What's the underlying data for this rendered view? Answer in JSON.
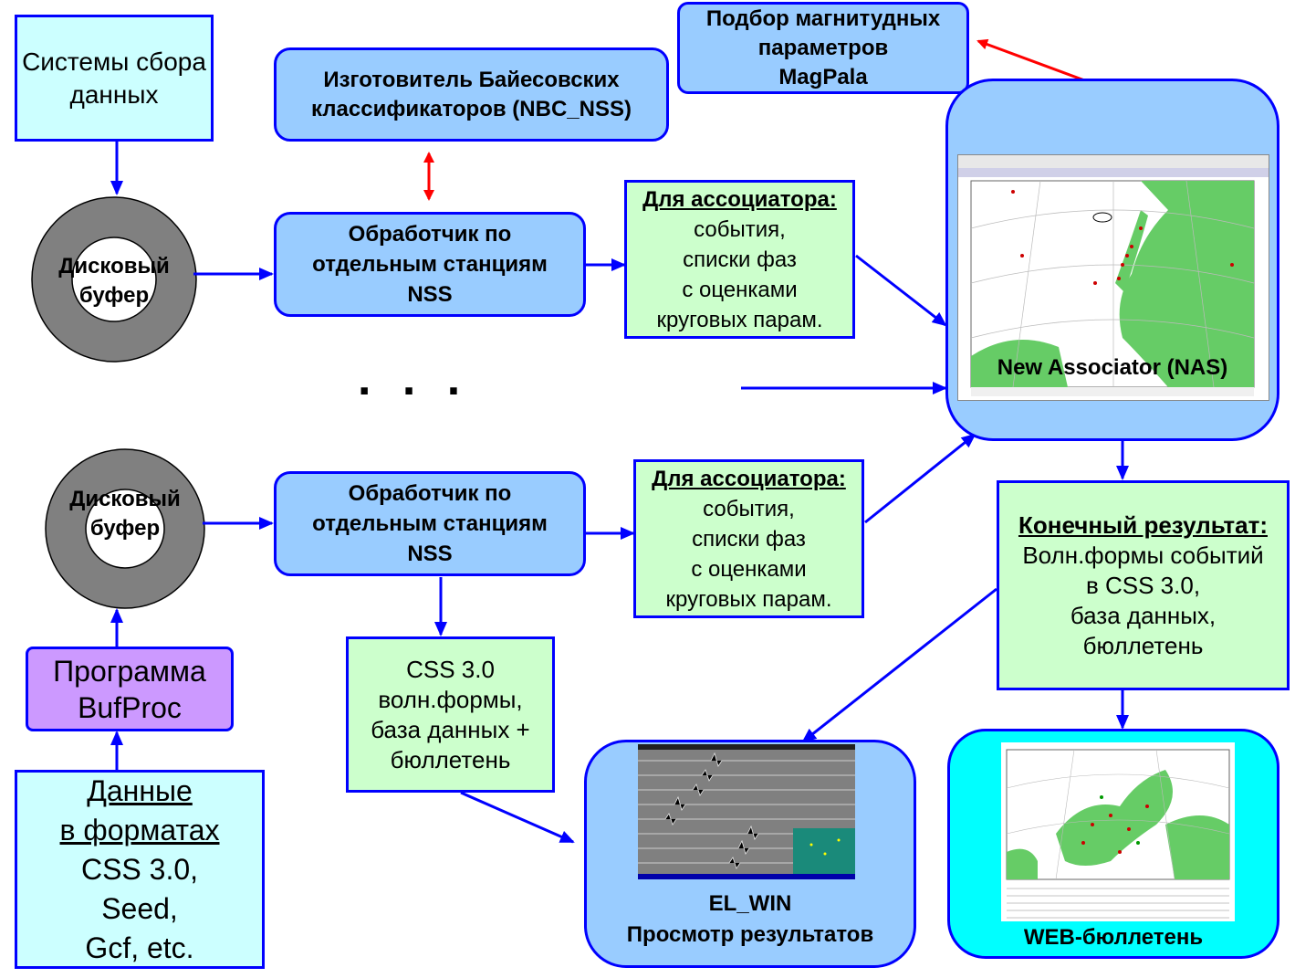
{
  "data_collection": "Системы сбора данных",
  "bayes_maker": [
    "Изготовитель Байесовских",
    "классификаторов (NBC_NSS)"
  ],
  "magpala": [
    "Подбор магнитудных",
    "параметров",
    "MagPala"
  ],
  "disk_buffer_1": [
    "Дисковый",
    "буфер"
  ],
  "disk_buffer_2": [
    "Дисковый",
    "буфер"
  ],
  "nss_1": [
    "Обработчик по",
    "отдельным станциям",
    "NSS"
  ],
  "nss_2": [
    "Обработчик по",
    "отдельным станциям",
    "NSS"
  ],
  "assoc_1": {
    "title": "Для ассоциатора:",
    "lines": [
      "события,",
      "списки фаз",
      "с оценками",
      "круговых парам."
    ]
  },
  "assoc_2": {
    "title": "Для ассоциатора:",
    "lines": [
      "события,",
      "списки фаз",
      "с оценками",
      "круговых парам."
    ]
  },
  "dots": ". . .",
  "nas": {
    "label": "New Associator (NAS)"
  },
  "final": {
    "title": "Конечный результат:",
    "lines": [
      "Волн.формы событий",
      "в CSS 3.0,",
      "база данных,",
      "бюллетень"
    ]
  },
  "bufproc": [
    "Программа",
    "BufProc"
  ],
  "data_formats": {
    "underlined": [
      "Данные",
      "в форматах"
    ],
    "lines": [
      "CSS 3.0,",
      "Seed,",
      "Gcf, etc."
    ]
  },
  "css_box": [
    "CSS 3.0",
    "волн.формы,",
    "база данных +",
    "бюллетень"
  ],
  "elwin": [
    "EL_WIN",
    "Просмотр результатов"
  ],
  "web": {
    "label": "WEB-бюллетень"
  },
  "colors": {
    "cyan_fill": "#ccffff",
    "blue_fill": "#99ccff",
    "green_fill": "#ccffcc",
    "violet_fill": "#cc99ff",
    "border": "#0000ff",
    "red_arrow": "#ff0000",
    "bright_cyan": "#00ffff"
  }
}
